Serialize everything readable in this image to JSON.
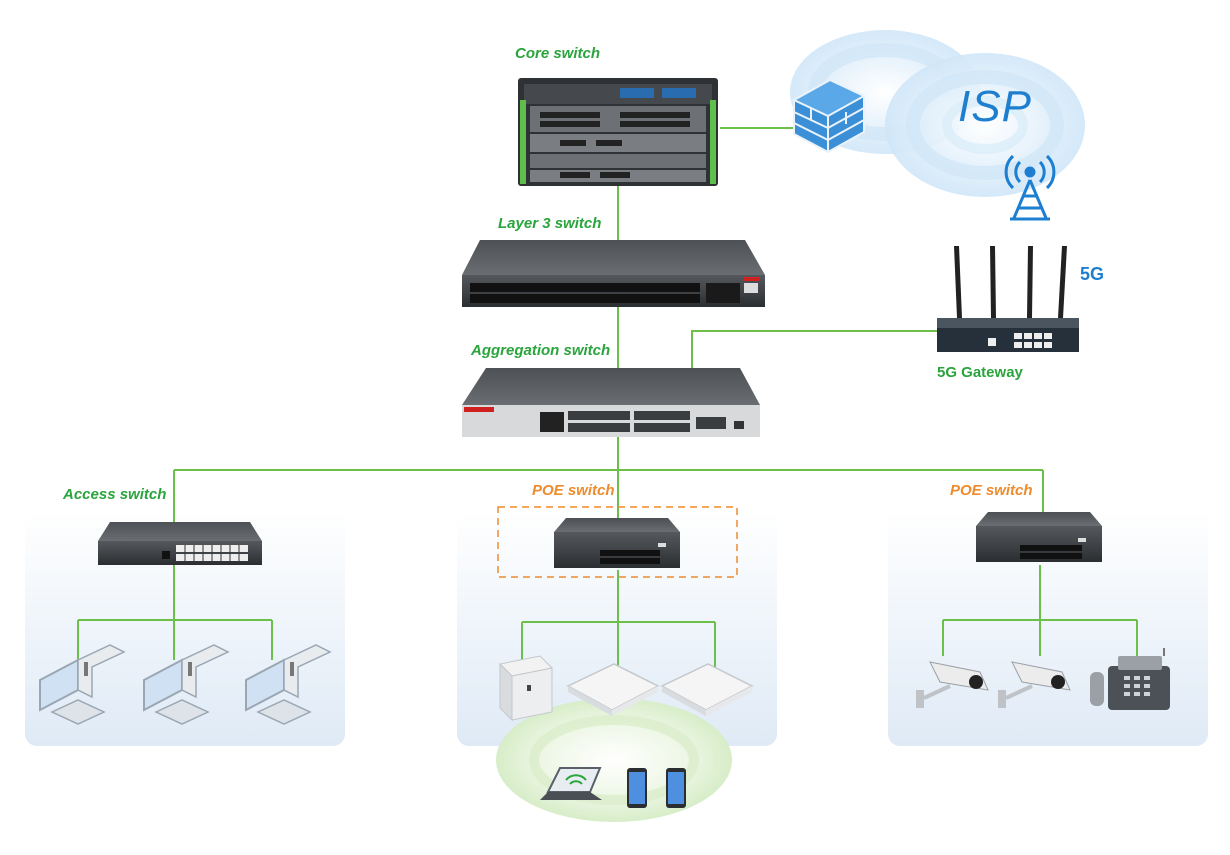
{
  "labels": {
    "core_switch": "Core switch",
    "layer3_switch": "Layer 3 switch",
    "aggregation_switch": "Aggregation switch",
    "access_switch": "Access switch",
    "poe_switch_center": "POE switch",
    "poe_switch_right": "POE switch",
    "gateway": "5G Gateway",
    "isp": "ISP",
    "fiveg_badge": "5G"
  },
  "colors": {
    "link_line": "#6cc04a",
    "label_green": "#2aa43c",
    "label_orange": "#ee8b2c",
    "panel_bg": "#e8f1fa",
    "isp_blue": "#1e7fd0",
    "device_dark": "#3a3d40"
  },
  "icons": [
    "firewall-icon",
    "cell-tower-icon",
    "desktop-computer-icon",
    "wireless-access-point-icon",
    "laptop-icon",
    "smartphone-icon",
    "ip-camera-icon",
    "ip-phone-icon"
  ]
}
